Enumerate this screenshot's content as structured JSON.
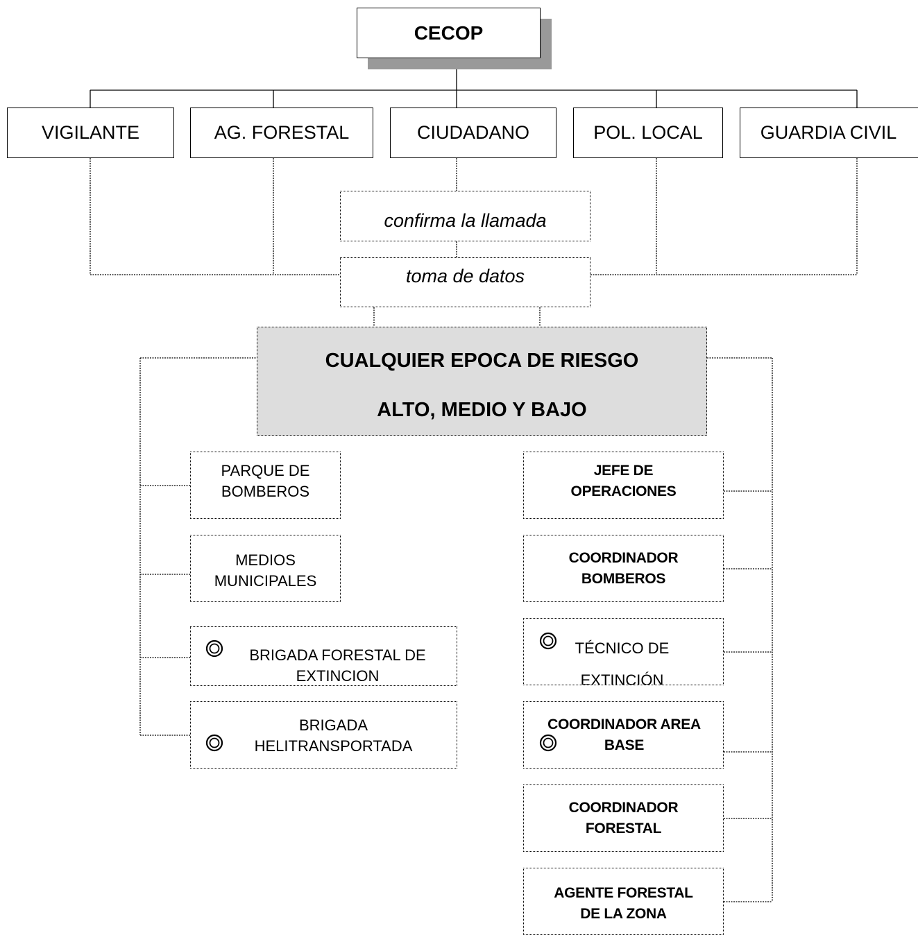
{
  "top": {
    "title": "CECOP"
  },
  "callers": [
    "VIGILANTE",
    "AG. FORESTAL",
    "CIUDADANO",
    "POL. LOCAL",
    "GUARDIA CIVIL"
  ],
  "steps": {
    "confirm": "confirma la llamada",
    "data": "toma de datos"
  },
  "risk": {
    "line1": "CUALQUIER EPOCA DE RIESGO",
    "line2": "ALTO, MEDIO Y BAJO"
  },
  "left_units": [
    {
      "line1": "PARQUE DE",
      "line2": "BOMBEROS"
    },
    {
      "line1": "MEDIOS",
      "line2": "MUNICIPALES"
    },
    {
      "line1": "BRIGADA FORESTAL  DE",
      "line2": "EXTINCION",
      "symbol": "double-circle-icon"
    },
    {
      "line1": "BRIGADA",
      "line2": "HELITRANSPORTADA",
      "symbol": "double-circle-icon"
    }
  ],
  "right_units": [
    {
      "line1": "JEFE DE",
      "line2": "OPERACIONES"
    },
    {
      "line1": "COORDINADOR",
      "line2": "BOMBEROS"
    },
    {
      "line1": "TÉCNICO DE",
      "line2": "EXTINCIÓN",
      "symbol": "double-circle-icon"
    },
    {
      "line1": "COORDINADOR AREA",
      "line2": "BASE",
      "symbol": "double-circle-icon"
    },
    {
      "line1": "COORDINADOR",
      "line2": "FORESTAL"
    },
    {
      "line1": "AGENTE FORESTAL",
      "line2": "DE LA ZONA"
    }
  ]
}
